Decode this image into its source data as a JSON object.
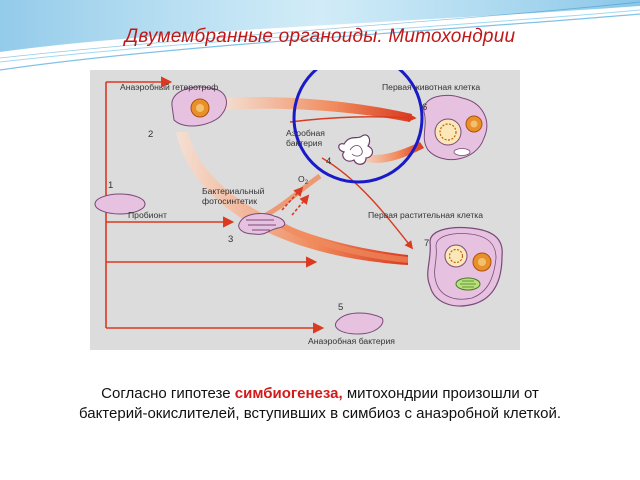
{
  "slide": {
    "title": "Двумембранные органоиды. Митохондрии"
  },
  "diagram": {
    "labels": {
      "anaerobic_heterotroph": "Анаэробный гетеротроф",
      "first_animal_cell": "Первая животная клетка",
      "aerobic_bacterium_1": "Аэробная",
      "aerobic_bacterium_2": "бактерия",
      "bacterial_photosynthetic_1": "Бактериальный",
      "bacterial_photosynthetic_2": "фотосинтетик",
      "probiont": "Пробионт",
      "first_plant_cell": "Первая растительная клетка",
      "anaerobic_bacterium": "Анаэробная бактерия",
      "oxygen": "O",
      "oxygen_sub": "2"
    },
    "numbers": [
      "1",
      "2",
      "3",
      "4",
      "5",
      "6",
      "7"
    ],
    "colors": {
      "arrow": "#d93a20",
      "cell_fill": "#e6c2e0",
      "cell_stroke": "#7a4a78",
      "highlight_circle": "#1a1ac8",
      "nucleus": "#e8902a"
    }
  },
  "caption": {
    "line1_before": "Согласно гипотезе ",
    "line1_highlight": "симбиогенеза,",
    "line1_after": " митохондрии произошли от",
    "line2": "бактерий-окислителей, вступивших в симбиоз с анаэробной клеткой."
  }
}
